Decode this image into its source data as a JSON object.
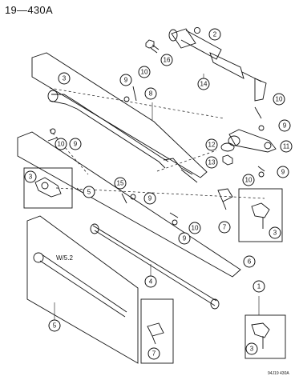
{
  "header": {
    "title": "19—430A"
  },
  "footer": {
    "code": "94J19 430A"
  },
  "variant_label": "W/5.2",
  "callouts": [
    "1",
    "2",
    "3",
    "4",
    "5",
    "6",
    "7",
    "8",
    "9",
    "10",
    "11",
    "12",
    "13",
    "14",
    "15",
    "16"
  ]
}
